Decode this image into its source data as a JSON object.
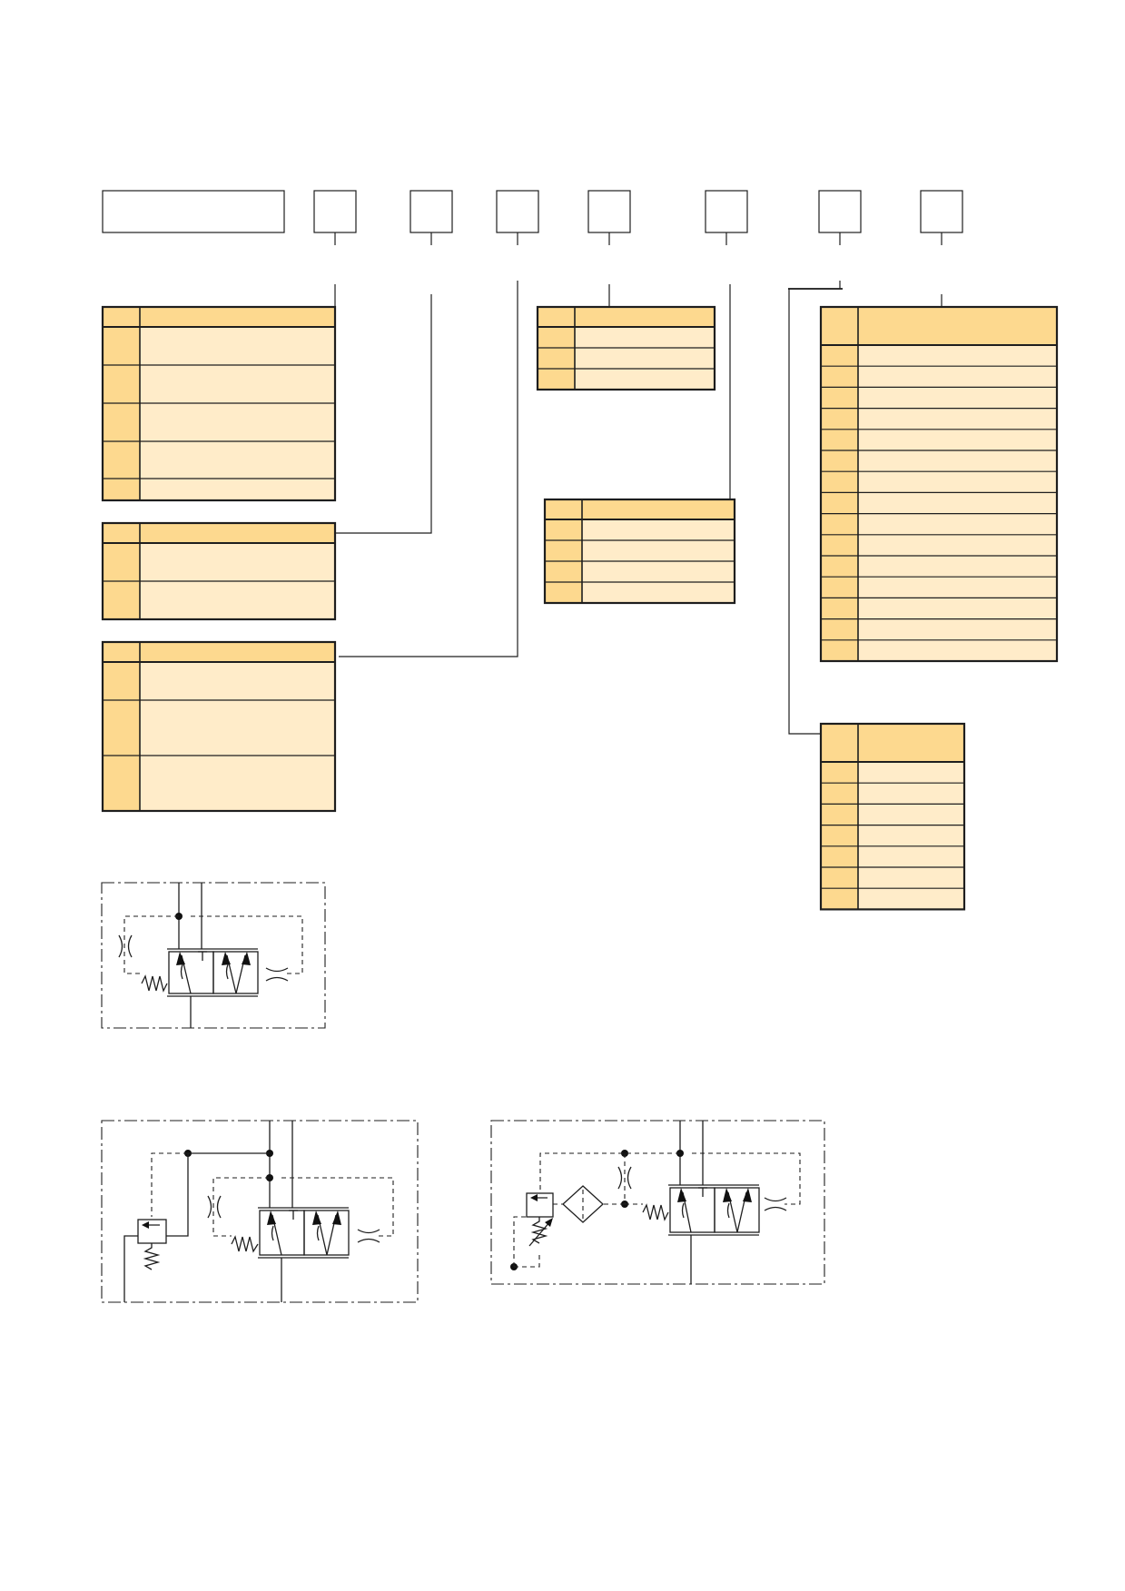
{
  "ordering_code": {
    "boxes": [
      {
        "id": "base",
        "label": ""
      },
      {
        "id": "b1",
        "label": ""
      },
      {
        "id": "b2",
        "label": ""
      },
      {
        "id": "b3",
        "label": ""
      },
      {
        "id": "b4",
        "label": ""
      },
      {
        "id": "b5",
        "label": ""
      },
      {
        "id": "b6",
        "label": ""
      },
      {
        "id": "b7",
        "label": ""
      }
    ]
  },
  "tables": [
    {
      "id": "table-1",
      "header": {
        "code": "",
        "desc": ""
      },
      "rows": 5
    },
    {
      "id": "table-2",
      "header": {
        "code": "",
        "desc": ""
      },
      "rows": 2
    },
    {
      "id": "table-3",
      "header": {
        "code": "",
        "desc": ""
      },
      "rows": 3
    },
    {
      "id": "table-4",
      "header": {
        "code": "",
        "desc": ""
      },
      "rows": 3
    },
    {
      "id": "table-5",
      "header": {
        "code": "",
        "desc": ""
      },
      "rows": 4
    },
    {
      "id": "table-6",
      "header": {
        "code": "",
        "desc": ""
      },
      "rows": 15
    },
    {
      "id": "table-7",
      "header": {
        "code": "",
        "desc": ""
      },
      "rows": 7
    }
  ],
  "colors": {
    "header_fill": "#fdd98f",
    "code_column_fill": "#fdd98f",
    "row_fill": "#ffecc9",
    "line": "#1e1e1e"
  },
  "symbols": [
    {
      "id": "schematic-flow-control-basic",
      "icon": "hydraulic-valve-symbol"
    },
    {
      "id": "schematic-flow-control-relief",
      "icon": "hydraulic-valve-relief-symbol"
    },
    {
      "id": "schematic-flow-control-filter",
      "icon": "hydraulic-valve-filter-symbol"
    }
  ]
}
